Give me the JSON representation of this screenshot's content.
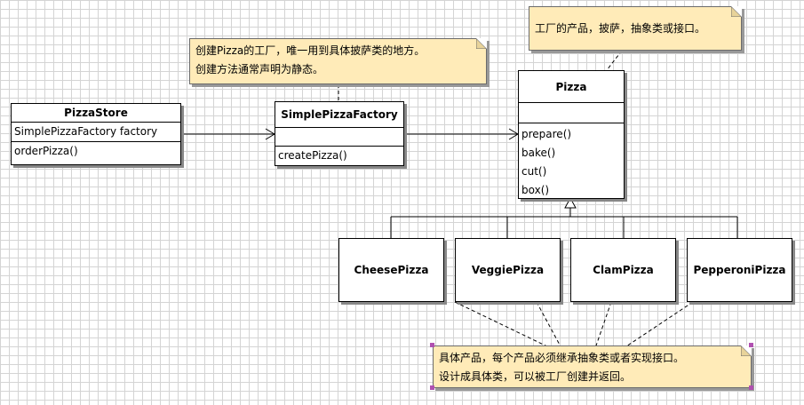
{
  "classes": {
    "pizza_store": {
      "name": "PizzaStore",
      "attribute": "SimplePizzaFactory factory",
      "method": "orderPizza()"
    },
    "simple_factory": {
      "name": "SimplePizzaFactory",
      "method": "createPizza()"
    },
    "pizza": {
      "name": "Pizza",
      "methods": [
        "prepare()",
        "bake()",
        "cut()",
        "box()"
      ]
    }
  },
  "subclasses": [
    {
      "name": "CheesePizza"
    },
    {
      "name": "VeggiePizza"
    },
    {
      "name": "ClamPizza"
    },
    {
      "name": "PepperoniPizza"
    }
  ],
  "notes": {
    "factory_note": {
      "line1": "创建Pizza的工厂，唯一用到具体披萨类的地方。",
      "line2": "创建方法通常声明为静态。"
    },
    "product_note": {
      "line1": "工厂的产品，披萨，抽象类或接口。"
    },
    "concrete_note": {
      "line1": "具体产品，每个产品必须继承抽象类或者实现接口。",
      "line2": "设计成具体类，可以被工厂创建并返回。"
    }
  },
  "colors": {
    "note_fill": "#ffebb8",
    "grid": "#d4d4d4",
    "selection_handle": "#b050b0"
  }
}
